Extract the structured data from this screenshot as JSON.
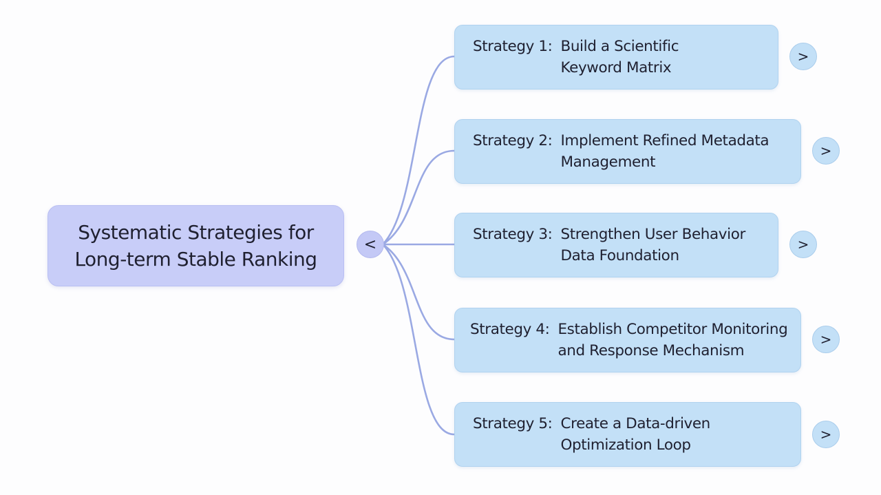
{
  "root": {
    "line1": "Systematic Strategies for",
    "line2": "Long-term Stable Ranking",
    "collapse_symbol": "<"
  },
  "strategies": [
    {
      "prefix": "Strategy 1:",
      "line1": "Build a Scientific",
      "line2": "Keyword Matrix",
      "expand_symbol": ">"
    },
    {
      "prefix": "Strategy 2:",
      "line1": "Implement Refined Metadata",
      "line2": "Management",
      "expand_symbol": ">"
    },
    {
      "prefix": "Strategy 3:",
      "line1": "Strengthen User Behavior",
      "line2": "Data Foundation",
      "expand_symbol": ">"
    },
    {
      "prefix": "Strategy 4:",
      "line1": "Establish Competitor Monitoring",
      "line2": "and Response Mechanism",
      "expand_symbol": ">"
    },
    {
      "prefix": "Strategy 5:",
      "line1": "Create a Data-driven",
      "line2": "Optimization Loop",
      "expand_symbol": ">"
    }
  ],
  "colors": {
    "root_fill": "#c8cdf8",
    "strategy_fill": "#c3e0f7",
    "connector": "#9aa9e3"
  }
}
